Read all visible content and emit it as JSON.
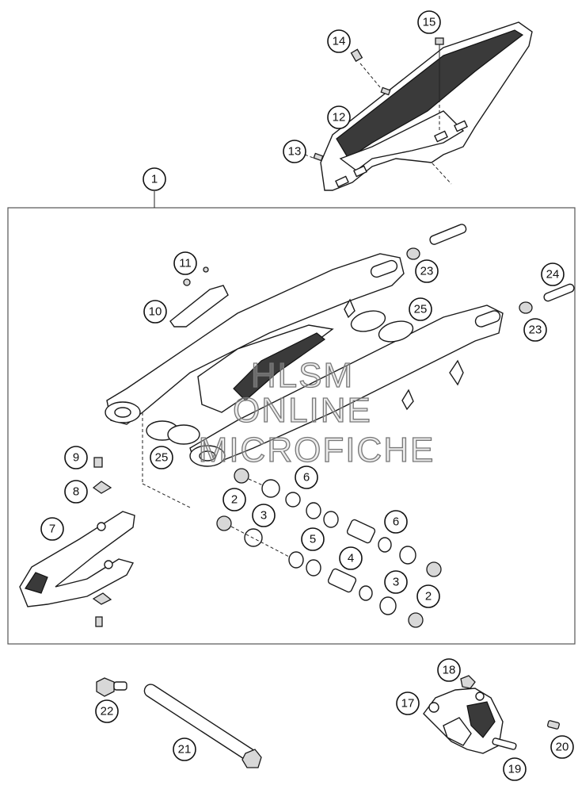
{
  "watermark": {
    "line1": "HLSM",
    "line2": "ONLINE",
    "line3": "MICROFICHE"
  },
  "callouts": [
    {
      "id": "c1",
      "label": "1"
    },
    {
      "id": "c2a",
      "label": "2"
    },
    {
      "id": "c2b",
      "label": "2"
    },
    {
      "id": "c3a",
      "label": "3"
    },
    {
      "id": "c3b",
      "label": "3"
    },
    {
      "id": "c4",
      "label": "4"
    },
    {
      "id": "c5",
      "label": "5"
    },
    {
      "id": "c6a",
      "label": "6"
    },
    {
      "id": "c6b",
      "label": "6"
    },
    {
      "id": "c7",
      "label": "7"
    },
    {
      "id": "c8",
      "label": "8"
    },
    {
      "id": "c9",
      "label": "9"
    },
    {
      "id": "c10",
      "label": "10"
    },
    {
      "id": "c11",
      "label": "11"
    },
    {
      "id": "c12",
      "label": "12"
    },
    {
      "id": "c13",
      "label": "13"
    },
    {
      "id": "c14",
      "label": "14"
    },
    {
      "id": "c15",
      "label": "15"
    },
    {
      "id": "c17",
      "label": "17"
    },
    {
      "id": "c18",
      "label": "18"
    },
    {
      "id": "c19",
      "label": "19"
    },
    {
      "id": "c20",
      "label": "20"
    },
    {
      "id": "c21",
      "label": "21"
    },
    {
      "id": "c22",
      "label": "22"
    },
    {
      "id": "c23a",
      "label": "23"
    },
    {
      "id": "c23b",
      "label": "23"
    },
    {
      "id": "c24",
      "label": "24"
    },
    {
      "id": "c25a",
      "label": "25"
    },
    {
      "id": "c25b",
      "label": "25"
    }
  ]
}
